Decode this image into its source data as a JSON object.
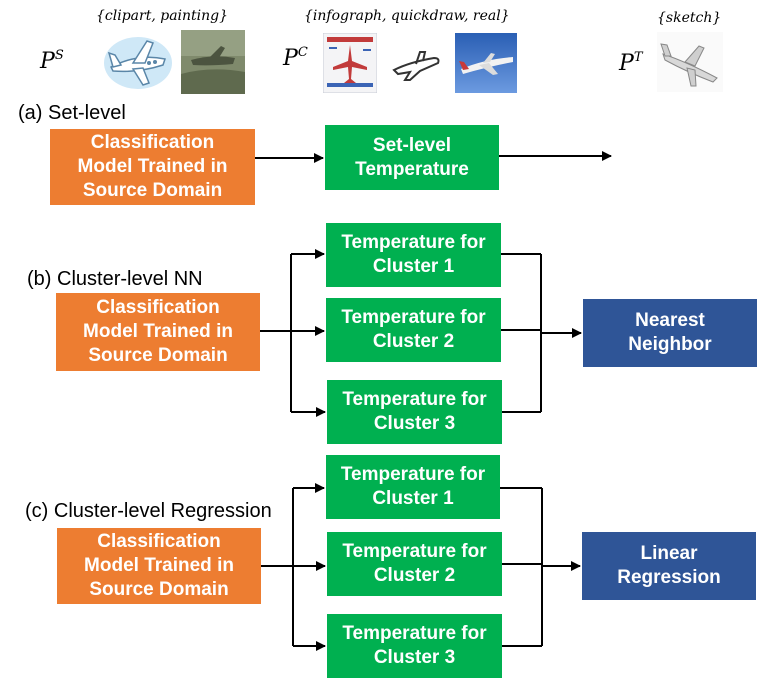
{
  "domains": {
    "source": {
      "symbol": "P",
      "sup": "S",
      "set": "{clipart, painting}"
    },
    "calibration": {
      "symbol": "P",
      "sup": "C",
      "set": "{infograph, quickdraw, real}"
    },
    "target": {
      "symbol": "P",
      "sup": "T",
      "set": "{sketch}"
    }
  },
  "sections": {
    "a": {
      "label": "(a) Set-level",
      "model": "Classification\nModel Trained in\nSource Domain",
      "temperature": "Set-level\nTemperature"
    },
    "b": {
      "label": "(b) Cluster-level NN",
      "model": "Classification\nModel Trained in\nSource Domain",
      "clusters": [
        "Temperature for\nCluster 1",
        "Temperature for\nCluster 2",
        "Temperature for\nCluster 3"
      ],
      "output": "Nearest\nNeighbor"
    },
    "c": {
      "label": "(c) Cluster-level Regression",
      "model": "Classification\nModel Trained in\nSource Domain",
      "clusters": [
        "Temperature for\nCluster 1",
        "Temperature for\nCluster 2",
        "Temperature for\nCluster 3"
      ],
      "output": "Linear\nRegression"
    }
  },
  "images": [
    "clipart-airplane",
    "painting-airplane",
    "infograph-airplane",
    "quickdraw-airplane",
    "real-airplane",
    "sketch-airplane"
  ],
  "colors": {
    "model": "#ED7D31",
    "temperature": "#00B050",
    "output": "#2F5597"
  }
}
